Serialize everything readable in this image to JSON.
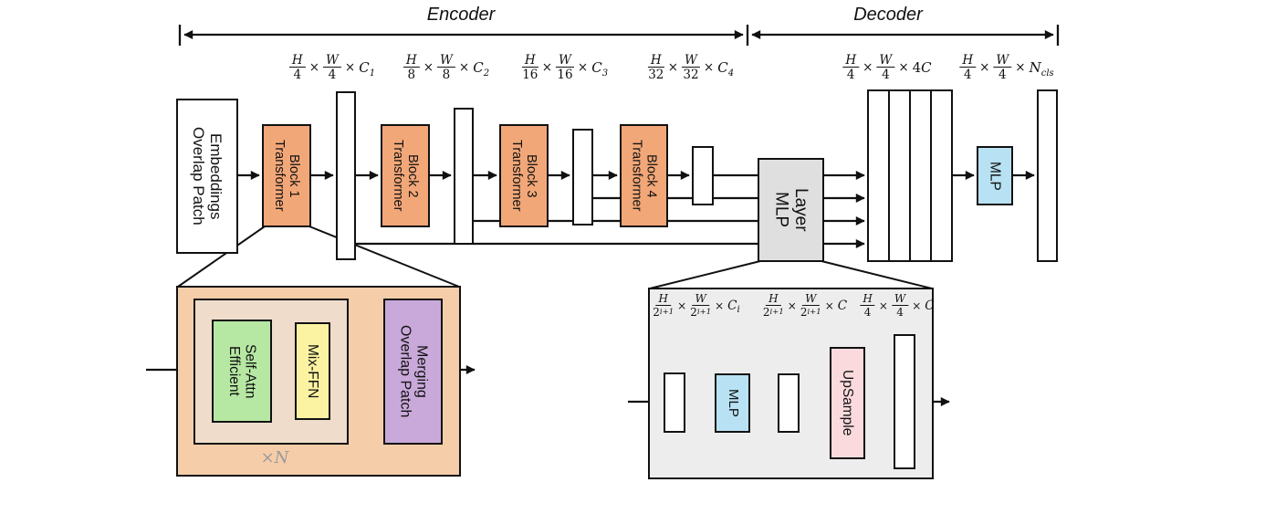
{
  "sym": {
    "times": "×"
  },
  "header": {
    "encoder": "Encoder",
    "decoder": "Decoder"
  },
  "dims": [
    {
      "hn": "H",
      "hd": "4",
      "wn": "W",
      "wd": "4",
      "bp": "",
      "bi": "C",
      "sub": "1"
    },
    {
      "hn": "H",
      "hd": "8",
      "wn": "W",
      "wd": "8",
      "bp": "",
      "bi": "C",
      "sub": "2"
    },
    {
      "hn": "H",
      "hd": "16",
      "wn": "W",
      "wd": "16",
      "bp": "",
      "bi": "C",
      "sub": "3"
    },
    {
      "hn": "H",
      "hd": "32",
      "wn": "W",
      "wd": "32",
      "bp": "",
      "bi": "C",
      "sub": "4"
    },
    {
      "hn": "H",
      "hd": "4",
      "wn": "W",
      "wd": "4",
      "bp": "4",
      "bi": "C",
      "sub": ""
    },
    {
      "hn": "H",
      "hd": "4",
      "wn": "W",
      "wd": "4",
      "bp": "",
      "bi": "N",
      "sub": "cls"
    }
  ],
  "encoder": {
    "patch_embed": {
      "line1": "Overlap Patch",
      "line2": "Embeddings"
    },
    "blocks": [
      {
        "line1": "Transformer",
        "line2": "Block 1"
      },
      {
        "line1": "Transformer",
        "line2": "Block 2"
      },
      {
        "line1": "Transformer",
        "line2": "Block 3"
      },
      {
        "line1": "Transformer",
        "line2": "Block 4"
      }
    ]
  },
  "decoder": {
    "mlp_layer": {
      "line1": "MLP",
      "line2": "Layer"
    },
    "mlp": "MLP"
  },
  "detail_block": {
    "attn": {
      "line1": "Efficient",
      "line2": "Self-Attn"
    },
    "ffn": "Mix-FFN",
    "merge": {
      "line1": "Overlap Patch",
      "line2": "Merging"
    },
    "repeat": "×N"
  },
  "detail_mlp": {
    "mlp": "MLP",
    "upsample": "UpSample",
    "dims": [
      {
        "hn": "H",
        "hd": "2",
        "hexp": "i+1",
        "wn": "W",
        "wd": "2",
        "wexp": "i+1",
        "bi": "C",
        "sub": "i"
      },
      {
        "hn": "H",
        "hd": "2",
        "hexp": "i+1",
        "wn": "W",
        "wd": "2",
        "wexp": "i+1",
        "bi": "C",
        "sub": ""
      },
      {
        "hn": "H",
        "hd": "4",
        "hexp": "",
        "wn": "W",
        "wd": "4",
        "wexp": "",
        "bi": "C",
        "sub": ""
      }
    ]
  },
  "colors": {
    "block_orange": "#F2A778",
    "container_peach": "#F6CDA9",
    "inner_tan": "#EFDCCB",
    "attn_green": "#B6E8A3",
    "ffn_yellow": "#FBF3A2",
    "merge_purple": "#C9A9DA",
    "mlp_blue": "#B8E2F4",
    "upsample_pink": "#FADADD",
    "mlp_layer_gray": "#DFDFDF",
    "detail_gray": "#EDEDED"
  }
}
